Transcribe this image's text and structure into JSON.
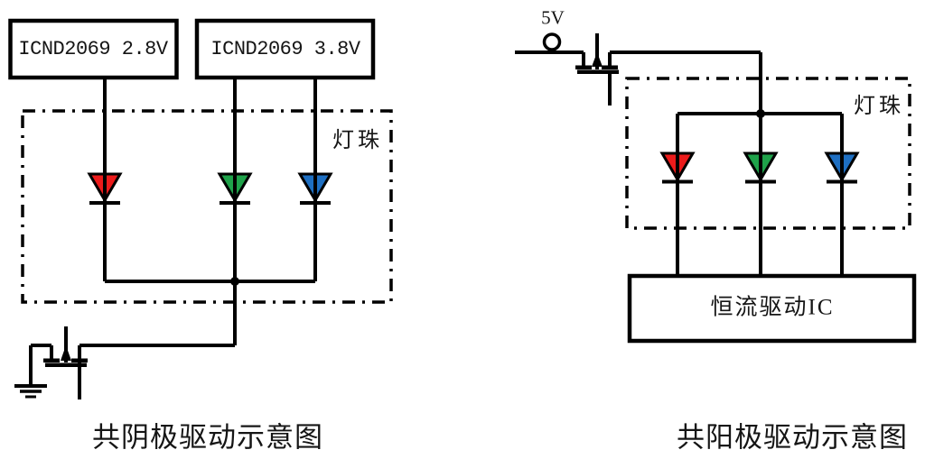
{
  "left_diagram": {
    "driver_box_1_label": "ICND2069 2.8V",
    "driver_box_2_label": "ICND2069 3.8V",
    "led_module_label": "灯珠",
    "caption": "共阴极驱动示意图",
    "leds": [
      {
        "name": "red-led",
        "color": "#ec1b1b"
      },
      {
        "name": "green-led",
        "color": "#1fa24a"
      },
      {
        "name": "blue-led",
        "color": "#1e6fc2"
      }
    ]
  },
  "right_diagram": {
    "supply_label": "5V",
    "led_module_label": "灯珠",
    "driver_ic_label": "恒流驱动IC",
    "caption": "共阳极驱动示意图",
    "leds": [
      {
        "name": "red-led",
        "color": "#ec1b1b"
      },
      {
        "name": "green-led",
        "color": "#1fa24a"
      },
      {
        "name": "blue-led",
        "color": "#1e6fc2"
      }
    ]
  },
  "colors": {
    "line": "#000000",
    "background": "#ffffff"
  }
}
